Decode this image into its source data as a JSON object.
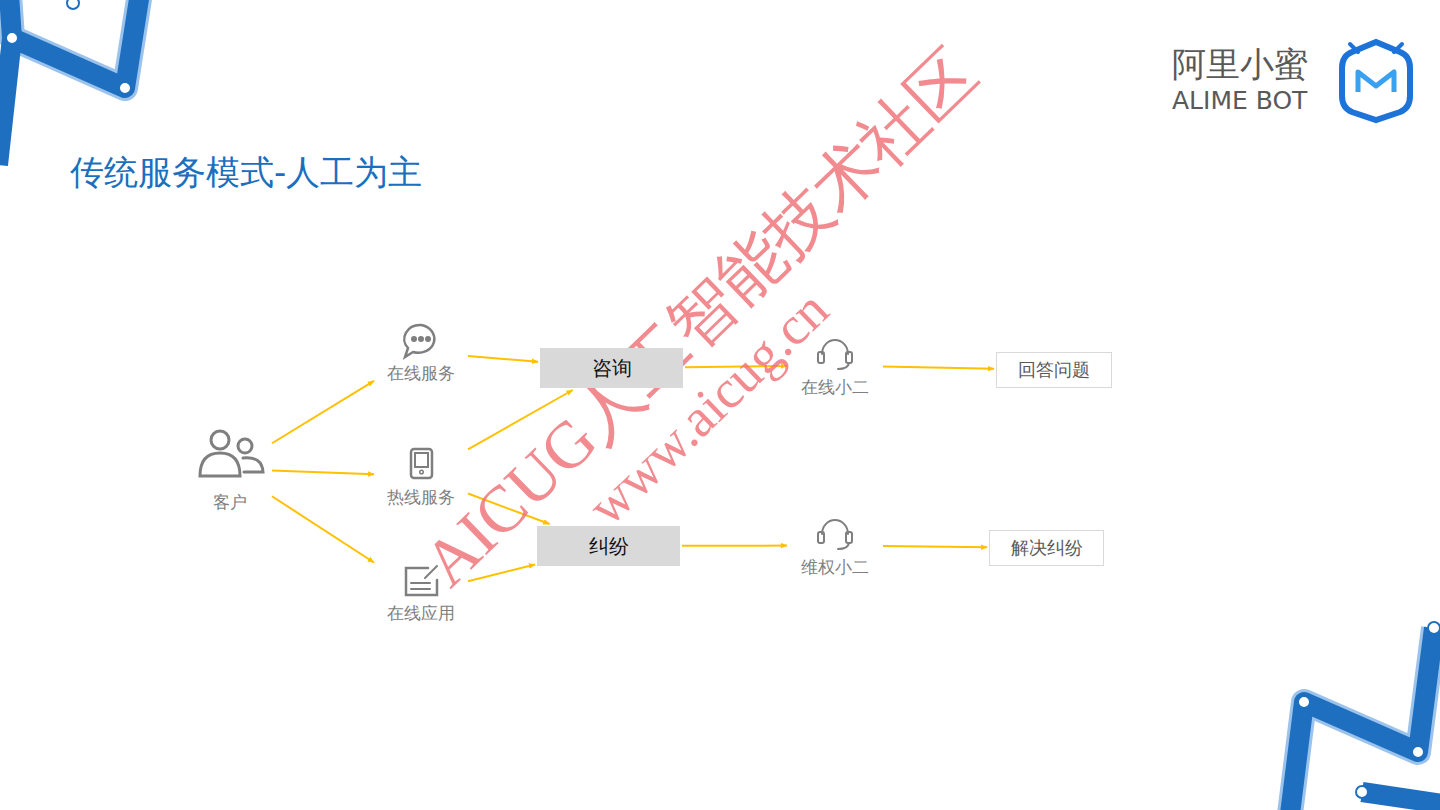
{
  "diagram": {
    "title": "传统服务模式-人工为主",
    "nodes": [
      {
        "text": [
          "客户"
        ]
      },
      {
        "text": [
          "在线服务"
        ]
      },
      {
        "text": [
          "热线服务"
        ]
      },
      {
        "text": [
          "在线应用"
        ]
      },
      {
        "text": [
          "咨询"
        ]
      },
      {
        "text": [
          "纠纷"
        ]
      },
      {
        "text": [
          "在线小二"
        ]
      },
      {
        "text": [
          "维权小二"
        ]
      },
      {
        "text": [
          "回答问题"
        ]
      },
      {
        "text": [
          "解决纠纷"
        ]
      }
    ],
    "edges": [
      {
        "from": 0,
        "to": 1,
        "arrow": "to"
      },
      {
        "from": 0,
        "to": 2,
        "arrow": "to"
      },
      {
        "from": 0,
        "to": 3,
        "arrow": "to"
      },
      {
        "from": 1,
        "to": 4,
        "arrow": "to"
      },
      {
        "from": 2,
        "to": 4,
        "arrow": "to"
      },
      {
        "from": 2,
        "to": 5,
        "arrow": "to"
      },
      {
        "from": 3,
        "to": 5,
        "arrow": "to"
      },
      {
        "from": 4,
        "to": 6,
        "arrow": "to"
      },
      {
        "from": 5,
        "to": 7,
        "arrow": "to"
      },
      {
        "from": 6,
        "to": 8,
        "arrow": "to"
      },
      {
        "from": 7,
        "to": 9,
        "arrow": "to"
      }
    ],
    "labels": [
      "阿里小蜜",
      "ALIME BOT",
      "AICUG人工智能技术社区",
      "www.aicug.cn"
    ]
  }
}
